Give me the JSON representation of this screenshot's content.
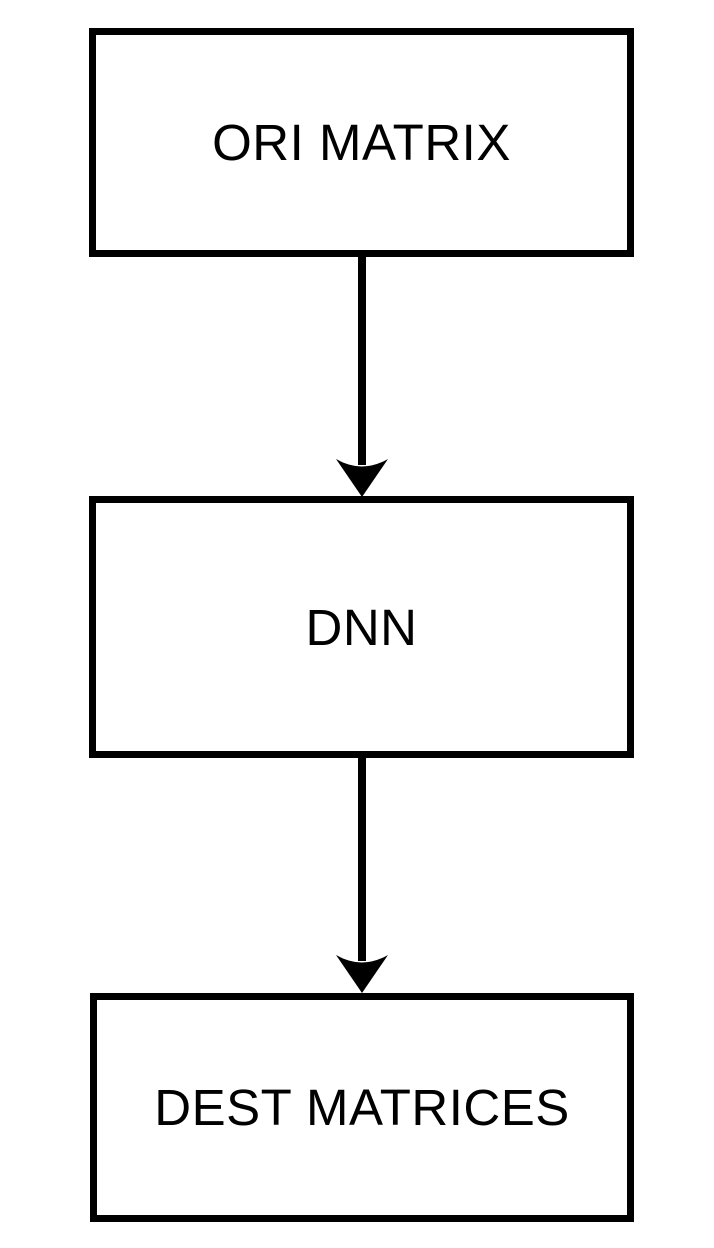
{
  "diagram": {
    "type": "flowchart",
    "orientation": "vertical",
    "nodes": [
      {
        "id": "ori-matrix",
        "label": "ORI MATRIX",
        "shape": "rectangle"
      },
      {
        "id": "dnn",
        "label": "DNN",
        "shape": "rectangle"
      },
      {
        "id": "dest-matrices",
        "label": "DEST MATRICES",
        "shape": "rectangle"
      }
    ],
    "edges": [
      {
        "from": "ori-matrix",
        "to": "dnn",
        "arrow": "down"
      },
      {
        "from": "dnn",
        "to": "dest-matrices",
        "arrow": "down"
      }
    ],
    "colors": {
      "stroke": "#000000",
      "background": "#ffffff",
      "text": "#000000"
    }
  }
}
